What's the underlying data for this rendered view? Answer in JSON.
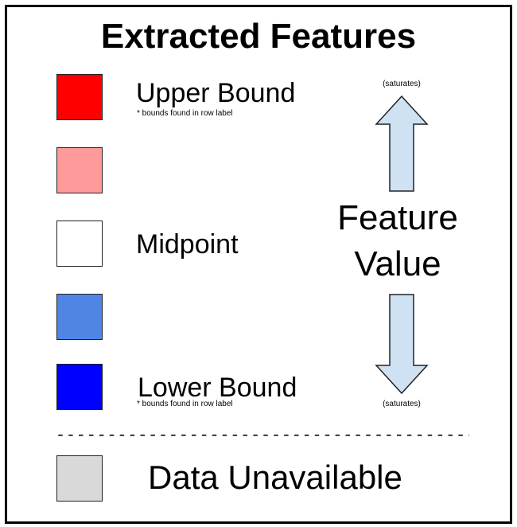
{
  "title": "Extracted Features",
  "legend": [
    {
      "color": "#ff0000",
      "label": "Upper Bound",
      "note": "* bounds found in row label"
    },
    {
      "color": "#ff9a9a",
      "label": "",
      "note": ""
    },
    {
      "color": "#ffffff",
      "label": "Midpoint",
      "note": ""
    },
    {
      "color": "#4f86e6",
      "label": "",
      "note": ""
    },
    {
      "color": "#0000ff",
      "label": "Lower Bound",
      "note": "* bounds found in row label"
    }
  ],
  "feature_value": {
    "line1": "Feature",
    "line2": "Value"
  },
  "saturates_top": "(saturates)",
  "saturates_bottom": "(saturates)",
  "arrow_fill": "#cfe2f3",
  "divider": "------------------------------------------",
  "unavailable": {
    "color": "#d9d9d9",
    "label": "Data Unavailable"
  }
}
